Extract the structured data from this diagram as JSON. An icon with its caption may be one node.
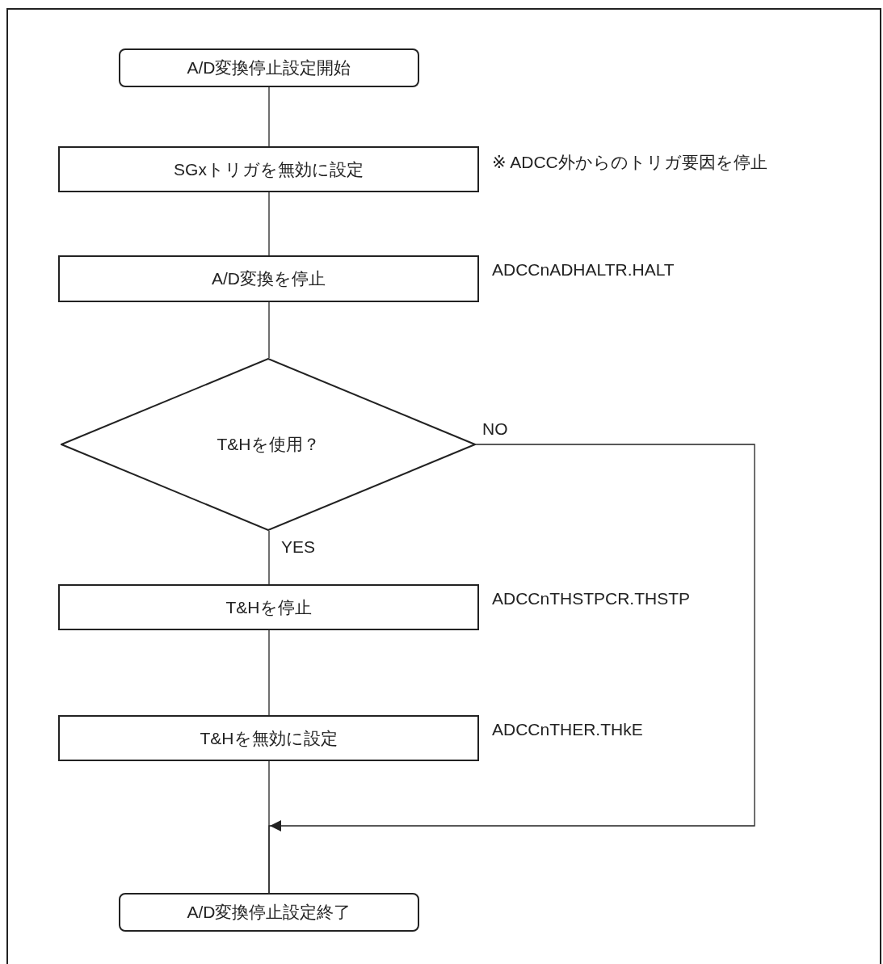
{
  "diagram": {
    "nodes": [
      {
        "text": [
          "A/D変換停止設定開始"
        ]
      },
      {
        "text": [
          "SGxトリガを無効に設定"
        ],
        "beside": [
          "※ ADCC外からのトリガ要因を停止"
        ]
      },
      {
        "text": [
          "A/D変換を停止"
        ],
        "beside": [
          "ADCCnADHALTR.HALT"
        ]
      },
      {
        "text": [
          "T&Hを使用？"
        ]
      },
      {
        "text": [
          "T&Hを停止"
        ],
        "beside": [
          "ADCCnTHSTPCR.THSTP"
        ]
      },
      {
        "text": [
          "T&Hを無効に設定"
        ],
        "beside": [
          "ADCCnTHER.THkE"
        ]
      },
      {
        "text": [
          "A/D変換停止設定終了"
        ]
      }
    ],
    "edges": [
      {
        "from": 0,
        "to": 1,
        "arrow": "none"
      },
      {
        "from": 1,
        "to": 2,
        "arrow": "none"
      },
      {
        "from": 2,
        "to": 3,
        "arrow": "none"
      },
      {
        "from": 3,
        "to": 4,
        "arrow": "none",
        "label": "YES"
      },
      {
        "from": 4,
        "to": 5,
        "arrow": "none"
      },
      {
        "from": 5,
        "to": 6,
        "arrow": "none"
      },
      {
        "from": 3,
        "to": 6,
        "arrow": "to",
        "label": "NO"
      }
    ]
  }
}
